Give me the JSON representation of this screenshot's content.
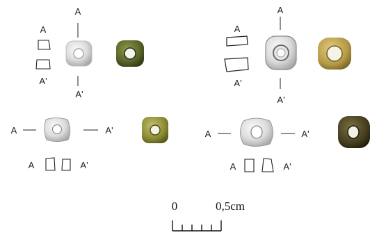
{
  "labels": {
    "a": "A",
    "a_prime": "A'"
  },
  "scale_bar": {
    "start_label": "0",
    "end_label": "0,5cm",
    "divisions": 5
  },
  "colors": {
    "bead_green_dark": "#4f5a22",
    "bead_olive": "#8a8a34",
    "bead_yellow": "#b59a45",
    "bead_dark_brown": "#3e3a1e",
    "drawing_line": "#222222"
  }
}
